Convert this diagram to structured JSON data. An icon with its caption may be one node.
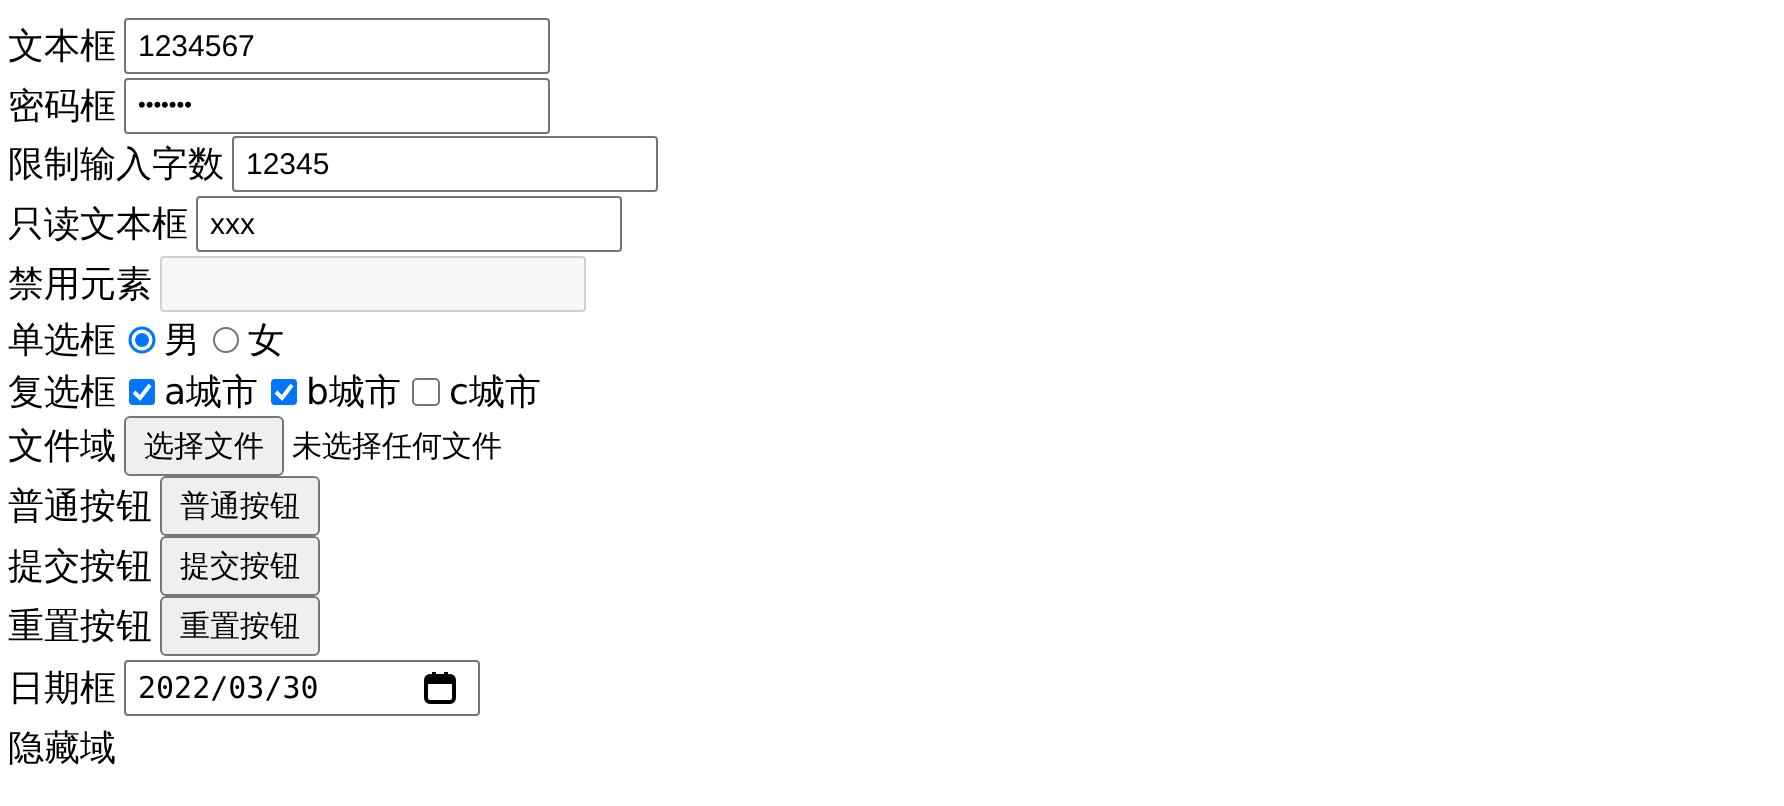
{
  "diagram": {
    "labels": [
      "文本框",
      "1234567",
      "密码框",
      "•••••••",
      "限制输入字数",
      "12345",
      "只读文本框",
      "xxx",
      "禁用元素",
      "单选框",
      "男",
      "女",
      "复选框",
      "a城市",
      "b城市",
      "c城市",
      "文件域",
      "选择文件",
      "未选择任何文件",
      "普通按钮",
      "普通按钮",
      "提交按钮",
      "提交按钮",
      "重置按钮",
      "重置按钮",
      "日期框",
      "2022/03/30",
      "隐藏域"
    ]
  }
}
